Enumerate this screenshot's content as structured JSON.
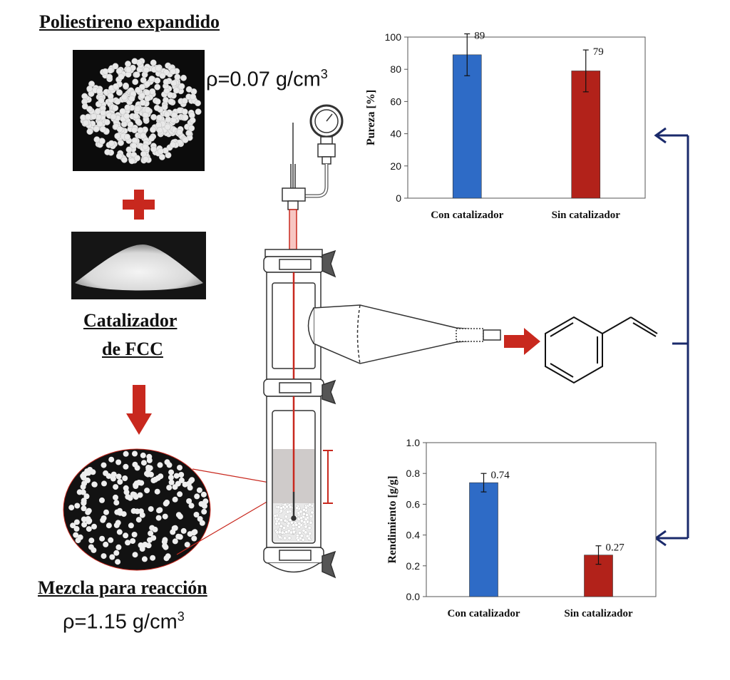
{
  "labels": {
    "polystyrene": "Poliestireno expandido",
    "catalyst_line1": "Catalizador",
    "catalyst_line2": "de FCC",
    "mixture": "Mezcla para reacción"
  },
  "density_top": {
    "text": "ρ=0.07 g/cm",
    "sup": "3"
  },
  "density_bottom": {
    "text": "ρ=1.15 g/cm",
    "sup": "3"
  },
  "colors": {
    "arrow_red": "#c8281e",
    "bar_blue": "#2e6bc6",
    "bar_red": "#b2221a",
    "bracket_navy": "#1a2a6b"
  },
  "icons": [
    "plus-icon",
    "down-arrow-icon",
    "right-arrow-icon",
    "styrene-molecule-icon",
    "pressure-gauge-icon"
  ],
  "chart_data": [
    {
      "type": "bar",
      "categories": [
        "Con catalizador",
        "Sin catalizador"
      ],
      "values": [
        89,
        79
      ],
      "data_labels": [
        "89",
        "79"
      ],
      "errors": [
        13,
        13
      ],
      "ylabel": "Pureza [%]",
      "xlabel": "",
      "ylim": [
        0,
        100
      ],
      "yticks": [
        0,
        20,
        40,
        60,
        80,
        100
      ],
      "tick_labels": [
        "0",
        "20",
        "40",
        "60",
        "80",
        "100"
      ],
      "grid": false
    },
    {
      "type": "bar",
      "categories": [
        "Con catalizador",
        "Sin catalizador"
      ],
      "values": [
        0.74,
        0.27
      ],
      "data_labels": [
        "0.74",
        "0.27"
      ],
      "errors": [
        0.06,
        0.06
      ],
      "ylabel": "Rendimiento [g/g]",
      "xlabel": "",
      "ylim": [
        0,
        1.0
      ],
      "yticks": [
        0,
        0.2,
        0.4,
        0.6,
        0.8,
        1.0
      ],
      "tick_labels": [
        "0.0",
        "0.2",
        "0.4",
        "0.6",
        "0.8",
        "1.0"
      ],
      "grid": false
    }
  ]
}
